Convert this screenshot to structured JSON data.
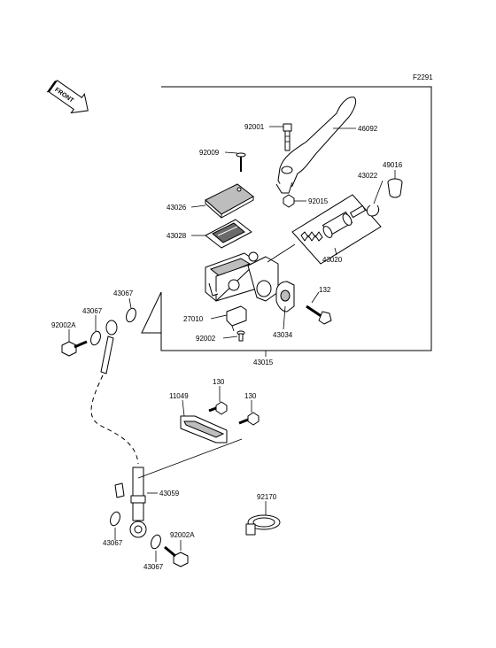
{
  "figure_code": "F2291",
  "front_arrow_label": "FRONT",
  "callouts": {
    "p92001": "92001",
    "p46092": "46092",
    "p92009": "92009",
    "p43022": "43022",
    "p49016": "49016",
    "p43026": "43026",
    "p92015": "92015",
    "p43028": "43028",
    "p43020": "43020",
    "p43067_a": "43067",
    "p132": "132",
    "p43067_b": "43067",
    "p92002A_a": "92002A",
    "p27010": "27010",
    "p92002": "92002",
    "p43034": "43034",
    "p43015": "43015",
    "p130_a": "130",
    "p11049": "11049",
    "p130_b": "130",
    "p43059": "43059",
    "p92170": "92170",
    "p92002A_b": "92002A",
    "p43067_c": "43067",
    "p43067_d": "43067"
  }
}
